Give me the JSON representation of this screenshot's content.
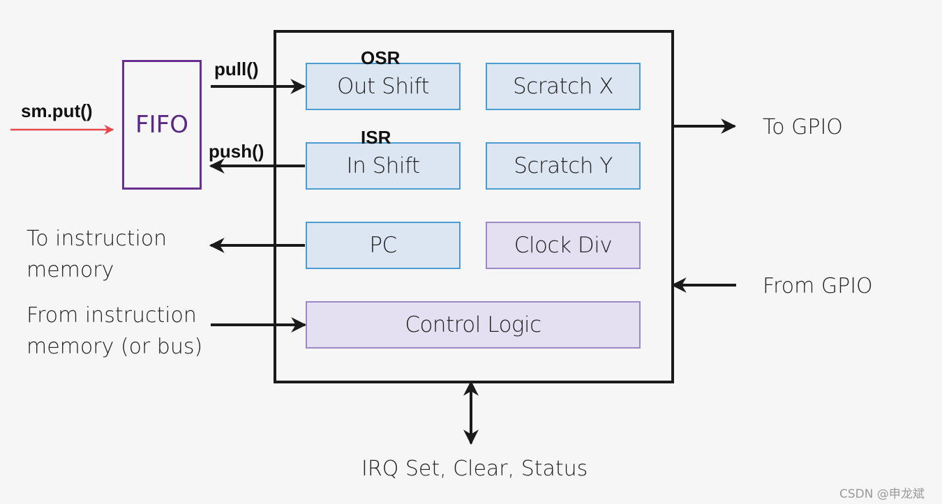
{
  "fifo": {
    "label": "FIFO"
  },
  "registers": {
    "osr_tag": "OSR",
    "isr_tag": "ISR",
    "out_shift": "Out Shift",
    "in_shift": "In Shift",
    "scratch_x": "Scratch X",
    "scratch_y": "Scratch Y",
    "pc": "PC",
    "clock_div": "Clock Div",
    "control_logic": "Control Logic"
  },
  "labels": {
    "sm_put": "sm.put()",
    "pull": "pull()",
    "push": "push()",
    "to_instruction_memory_1": "To instruction",
    "to_instruction_memory_2": "memory",
    "from_instruction_memory_1": "From instruction",
    "from_instruction_memory_2": "memory (or bus)",
    "to_gpio": "To GPIO",
    "from_gpio": "From GPIO",
    "irq": "IRQ Set, Clear, Status"
  },
  "watermark": "CSDN @申龙斌",
  "colors": {
    "register_fill_blue": "#dce6f2",
    "register_border_blue": "#4a9cd0",
    "register_fill_purple": "#e5e0f1",
    "register_border_purple": "#9b88c6",
    "fifo_border": "#6a2e91",
    "input_arrow": "#e8474c"
  }
}
